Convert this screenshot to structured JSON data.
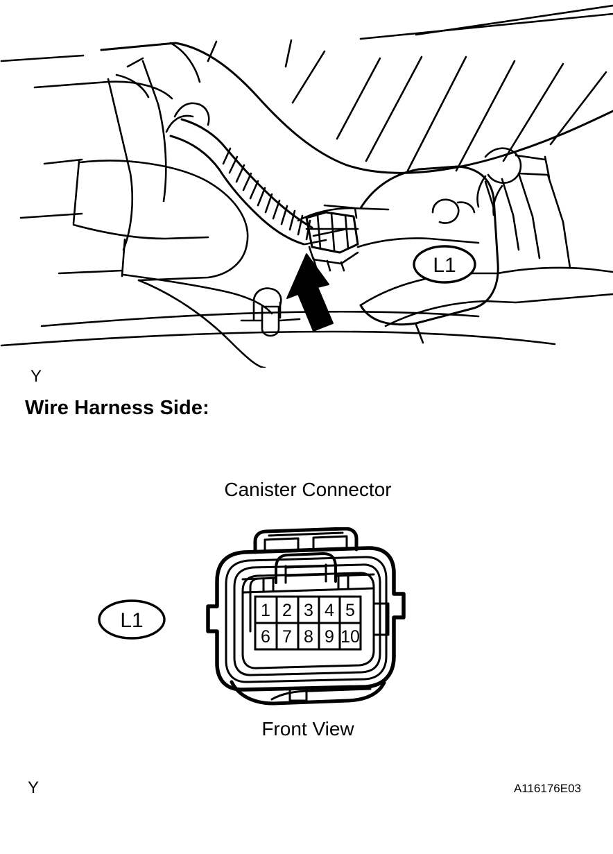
{
  "crop_marks": {
    "top": "Y",
    "bottom": "Y"
  },
  "headings": {
    "wire_harness": "Wire Harness Side:",
    "connector_title": "Canister Connector",
    "front_view": "Front View"
  },
  "figure_code": "A116176E03",
  "illustration": {
    "callout_badge": "L1",
    "arrow": "arrow pointing to canister connector"
  },
  "connector": {
    "badge": "L1",
    "view": "Front View",
    "name": "Canister Connector",
    "pin_rows": [
      [
        "1",
        "2",
        "3",
        "4",
        "5"
      ],
      [
        "6",
        "7",
        "8",
        "9",
        "10"
      ]
    ],
    "pin_count": 10
  },
  "colors": {
    "line": "#000000",
    "background": "#ffffff",
    "fill": "#ffffff"
  }
}
